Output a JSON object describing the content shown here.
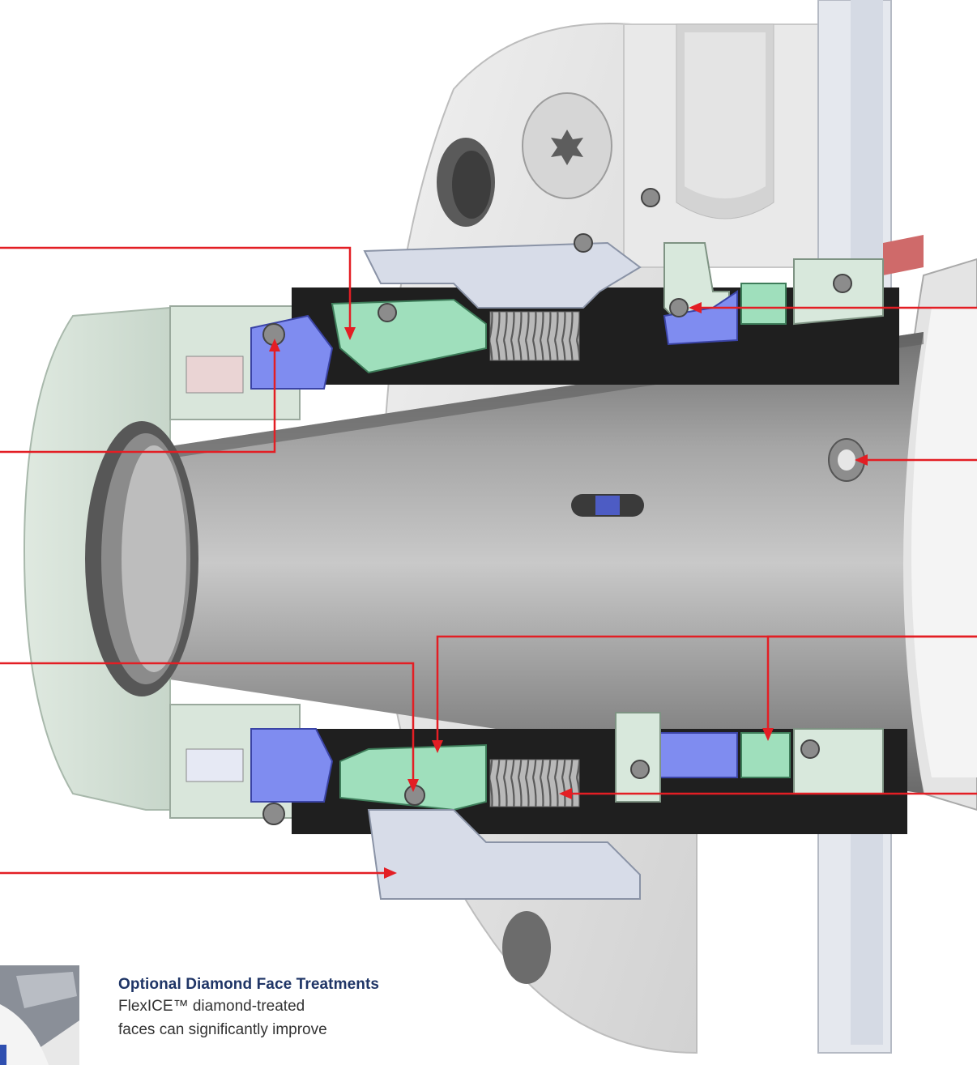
{
  "callout": {
    "title": "Optional Diamond Face Treatments",
    "line1": "FlexICE™ diamond-treated",
    "line2": "faces can significantly improve"
  },
  "colors": {
    "leader": "#e31e24",
    "seal_face": "#9fdfbc",
    "elastomer": "#7f8cf0",
    "metal_light": "#d7dce8",
    "gland": "#e6e6e6",
    "sleeve": "#8a8a8a",
    "collar": "#d8e8dc",
    "setscrew_red": "#cf6a6a",
    "title_blue": "#1f3566"
  },
  "icons": [
    "torx-screw-icon",
    "spring-icon",
    "o-ring-icon",
    "set-screw-icon",
    "thumbnail-photo"
  ]
}
